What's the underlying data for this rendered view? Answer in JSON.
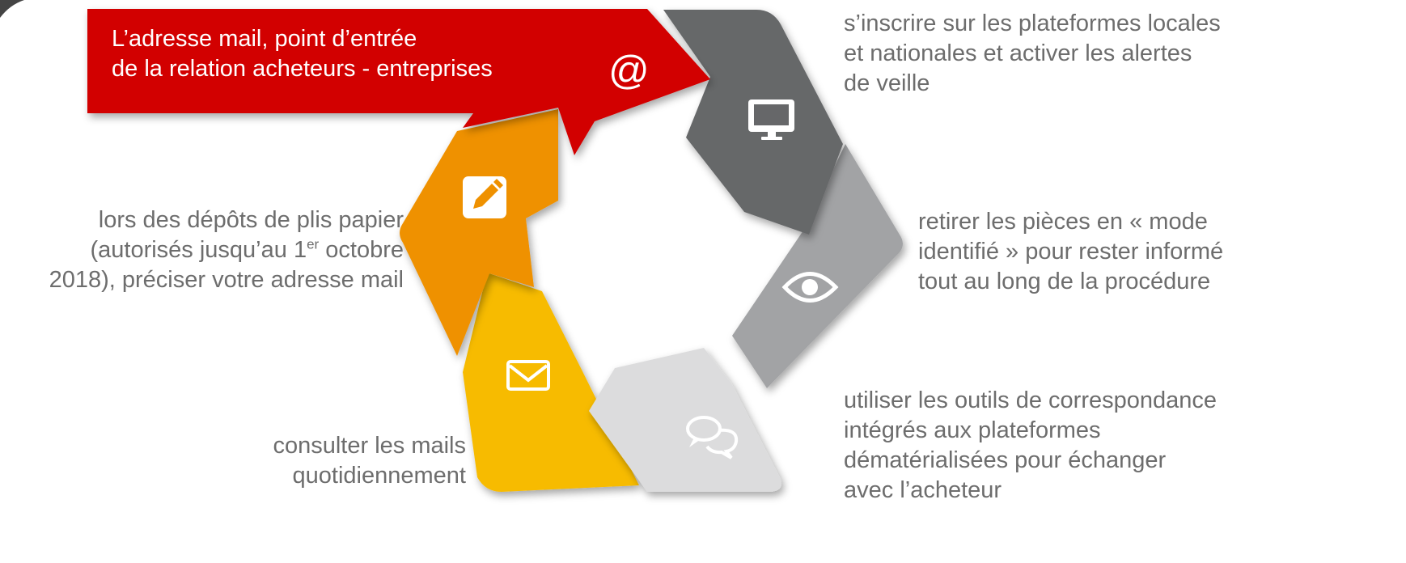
{
  "title": {
    "line1": "L’adresse mail, point d’entrée",
    "line2": "de la relation acheteurs - entreprises",
    "symbol": "@"
  },
  "steps": {
    "platforms": {
      "line1": "s’inscrire sur les plateformes locales",
      "line2": "et nationales et activer les alertes",
      "line3": "de veille",
      "icon": "monitor-icon",
      "color": "#666769"
    },
    "identified": {
      "line1": "retirer les pièces en « mode",
      "line2": "identifié » pour rester informé",
      "line3": "tout au long de la procédure",
      "icon": "eye-icon",
      "color": "#a2a3a5"
    },
    "correspondence": {
      "line1": "utiliser les outils de correspondance",
      "line2": "intégrés aux plateformes",
      "line3": "dématérialisées pour échanger",
      "line4": "avec l’acheteur",
      "icon": "chat-bubbles-icon",
      "color": "#dcdcdd"
    },
    "consult": {
      "line1": "consulter les mails",
      "line2": "quotidiennement",
      "icon": "envelope-icon",
      "color": "#f7bb00"
    },
    "paper": {
      "line1": "lors des dépôts de plis papier",
      "line2_pre": "(autorisés jusqu’au 1",
      "line2_sup": "er",
      "line2_post": " octobre",
      "line3": "2018), préciser votre adresse mail",
      "icon": "pencil-icon",
      "color": "#ef9100"
    },
    "email": {
      "icon": "at-icon",
      "color": "#d20000"
    }
  }
}
